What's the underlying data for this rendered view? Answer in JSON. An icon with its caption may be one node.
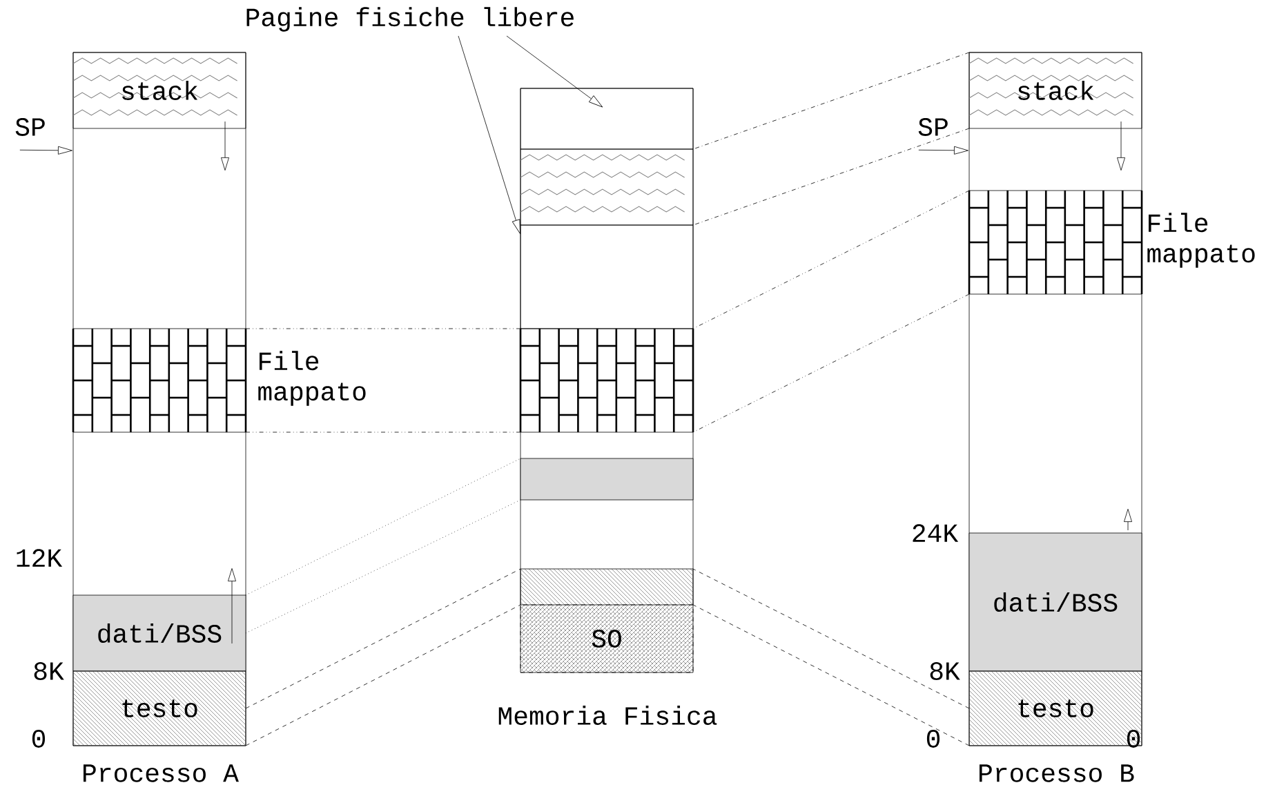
{
  "diagram": {
    "nodes": [
      {
        "text": [
          "Processo A"
        ]
      },
      {
        "text": [
          "stack"
        ],
        "in": 0
      },
      {
        "text": [],
        "shape": "box",
        "in": 0,
        "beside": [
          "File mappato"
        ]
      },
      {
        "text": [
          "dati/BSS"
        ],
        "in": 0
      },
      {
        "text": [
          "testo"
        ],
        "in": 0
      },
      {
        "text": [
          "Memoria Fisica"
        ]
      },
      {
        "text": [],
        "shape": "box",
        "in": 5
      },
      {
        "text": [],
        "shape": "box",
        "in": 5
      },
      {
        "text": [],
        "shape": "box",
        "in": 5
      },
      {
        "text": [],
        "shape": "box",
        "in": 5
      },
      {
        "text": [],
        "shape": "box",
        "in": 5
      },
      {
        "text": [],
        "shape": "box",
        "in": 5
      },
      {
        "text": [
          "SO"
        ],
        "in": 5
      },
      {
        "text": [
          "Processo B"
        ]
      },
      {
        "text": [
          "stack"
        ],
        "in": 13
      },
      {
        "text": [],
        "shape": "box",
        "in": 13,
        "beside": [
          "File mappato"
        ]
      },
      {
        "text": [
          "dati/BSS"
        ],
        "in": 13
      },
      {
        "text": [
          "testo"
        ],
        "in": 13
      },
      {
        "text": [
          "Pagine fisiche libere"
        ]
      },
      {
        "text": [
          "SP"
        ]
      },
      {
        "text": [
          "SP"
        ]
      }
    ],
    "edges": [
      {
        "from": 18,
        "to": 6,
        "arrow": "to"
      },
      {
        "from": 18,
        "to": 8,
        "arrow": "to"
      },
      {
        "from": 19,
        "to": 0,
        "arrow": "to"
      },
      {
        "from": 20,
        "to": 13,
        "arrow": "to"
      },
      {
        "from": 2,
        "to": 9,
        "arrow": "none",
        "style": "dashed"
      },
      {
        "from": 2,
        "to": 9,
        "arrow": "none",
        "style": "dashed"
      },
      {
        "from": 3,
        "to": 10,
        "arrow": "none",
        "style": "dashed"
      },
      {
        "from": 3,
        "to": 10,
        "arrow": "none",
        "style": "dashed"
      },
      {
        "from": 4,
        "to": 11,
        "arrow": "none",
        "style": "dashed"
      },
      {
        "from": 4,
        "to": 11,
        "arrow": "none",
        "style": "dashed"
      },
      {
        "from": 14,
        "to": 7,
        "arrow": "none",
        "style": "dashed"
      },
      {
        "from": 14,
        "to": 7,
        "arrow": "none",
        "style": "dashed"
      },
      {
        "from": 15,
        "to": 9,
        "arrow": "none",
        "style": "dashed"
      },
      {
        "from": 15,
        "to": 9,
        "arrow": "none",
        "style": "dashed"
      },
      {
        "from": 17,
        "to": 11,
        "arrow": "none",
        "style": "dashed"
      },
      {
        "from": 17,
        "to": 11,
        "arrow": "none",
        "style": "dashed"
      }
    ],
    "labels": [
      "12K",
      "8K",
      "0",
      "24K",
      "8K",
      "0",
      "0"
    ]
  }
}
